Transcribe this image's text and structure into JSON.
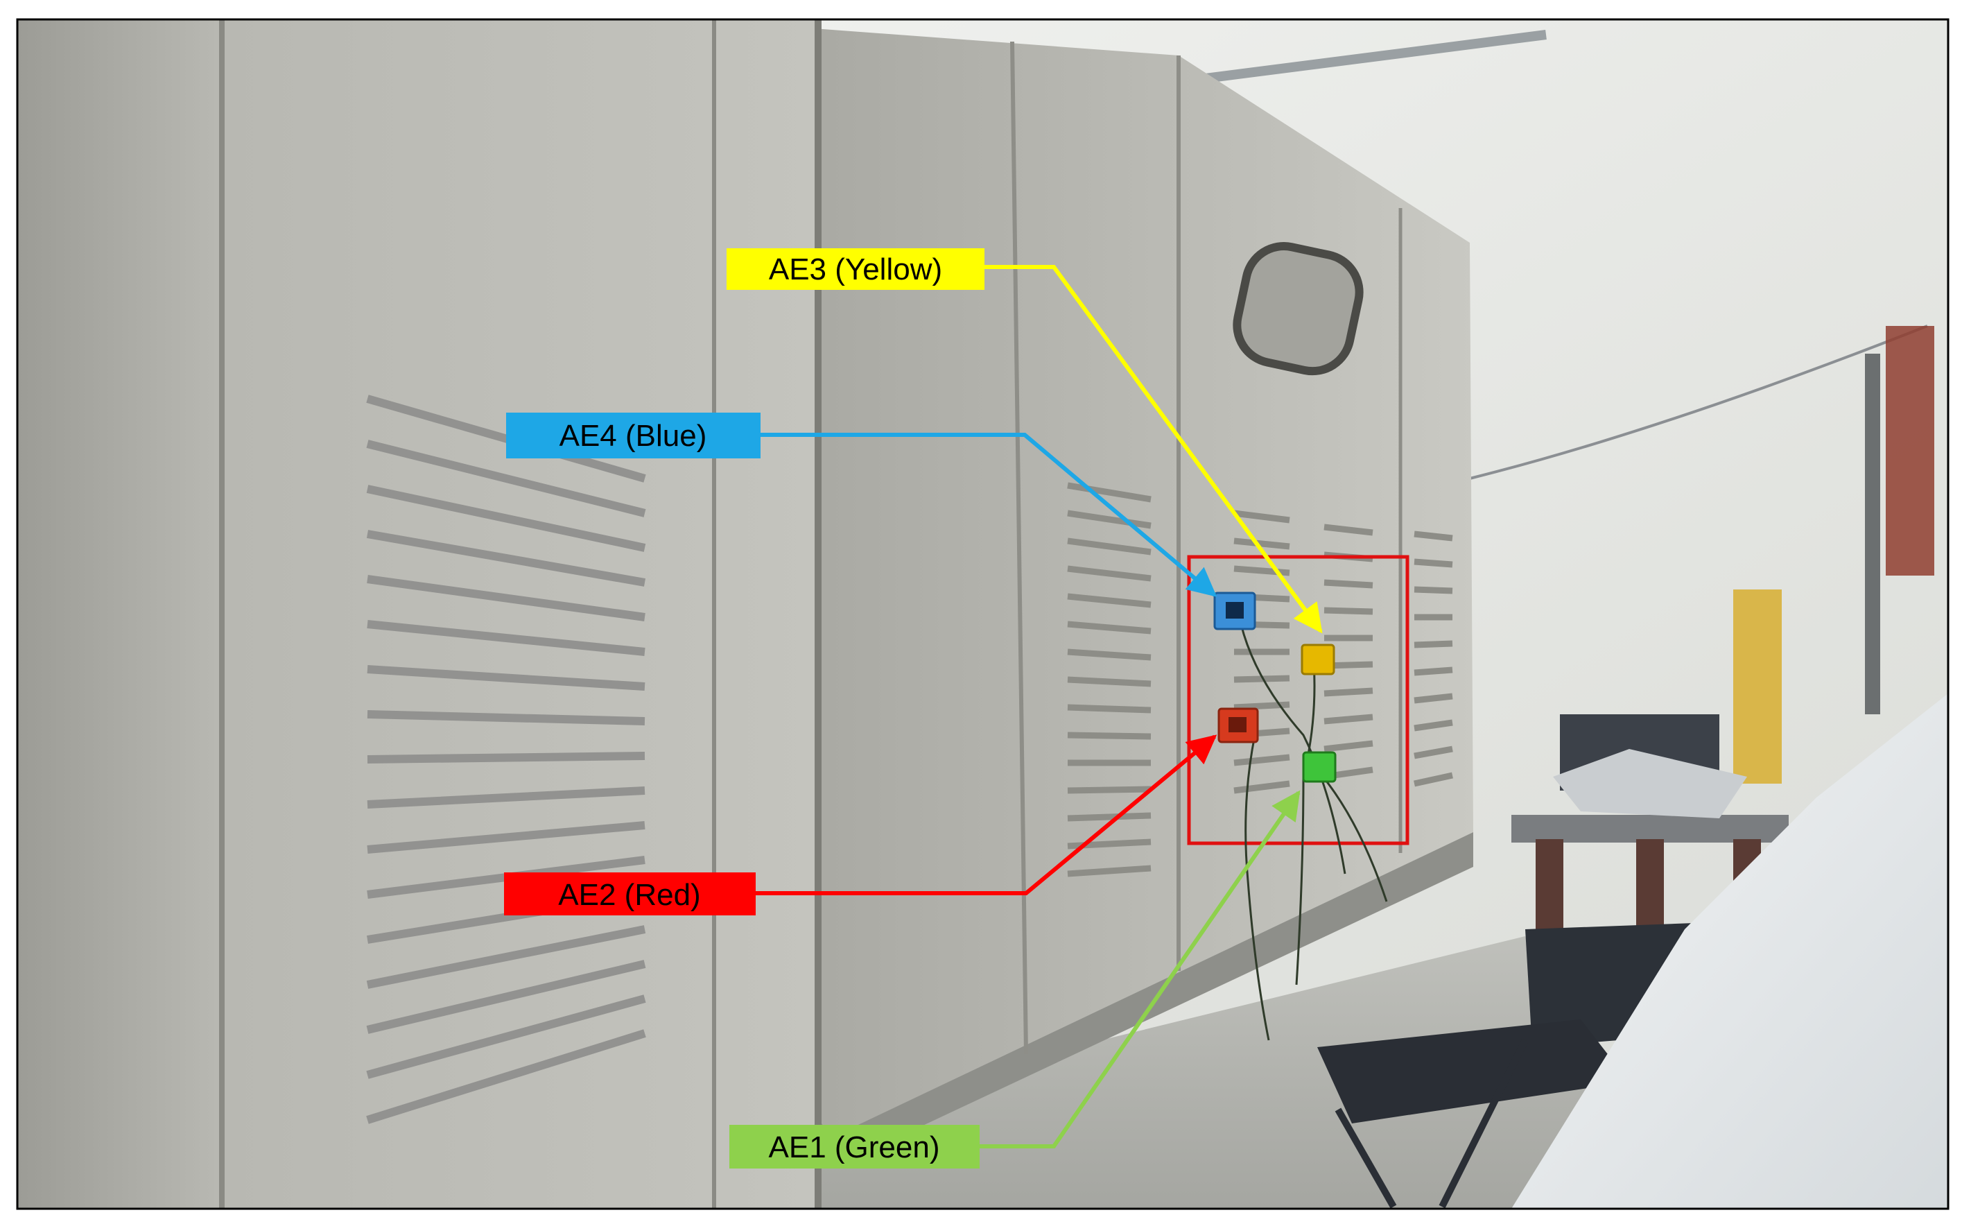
{
  "labels": {
    "ae3": {
      "text": "AE3 (Yellow)",
      "color": "#ffff00"
    },
    "ae4": {
      "text": "AE4 (Blue)",
      "color": "#1ea7e6"
    },
    "ae2": {
      "text": "AE2 (Red)",
      "color": "#ff0000"
    },
    "ae1": {
      "text": "AE1 (Green)",
      "color": "#8ed14c"
    }
  },
  "sensors": {
    "blue": {
      "color": "#3b8fd8"
    },
    "yellow": {
      "color": "#e6b800"
    },
    "red": {
      "color": "#d63a1e"
    },
    "green": {
      "color": "#3ec43a"
    }
  },
  "highlight_box_color": "#e01010",
  "frame_color": "#000000"
}
